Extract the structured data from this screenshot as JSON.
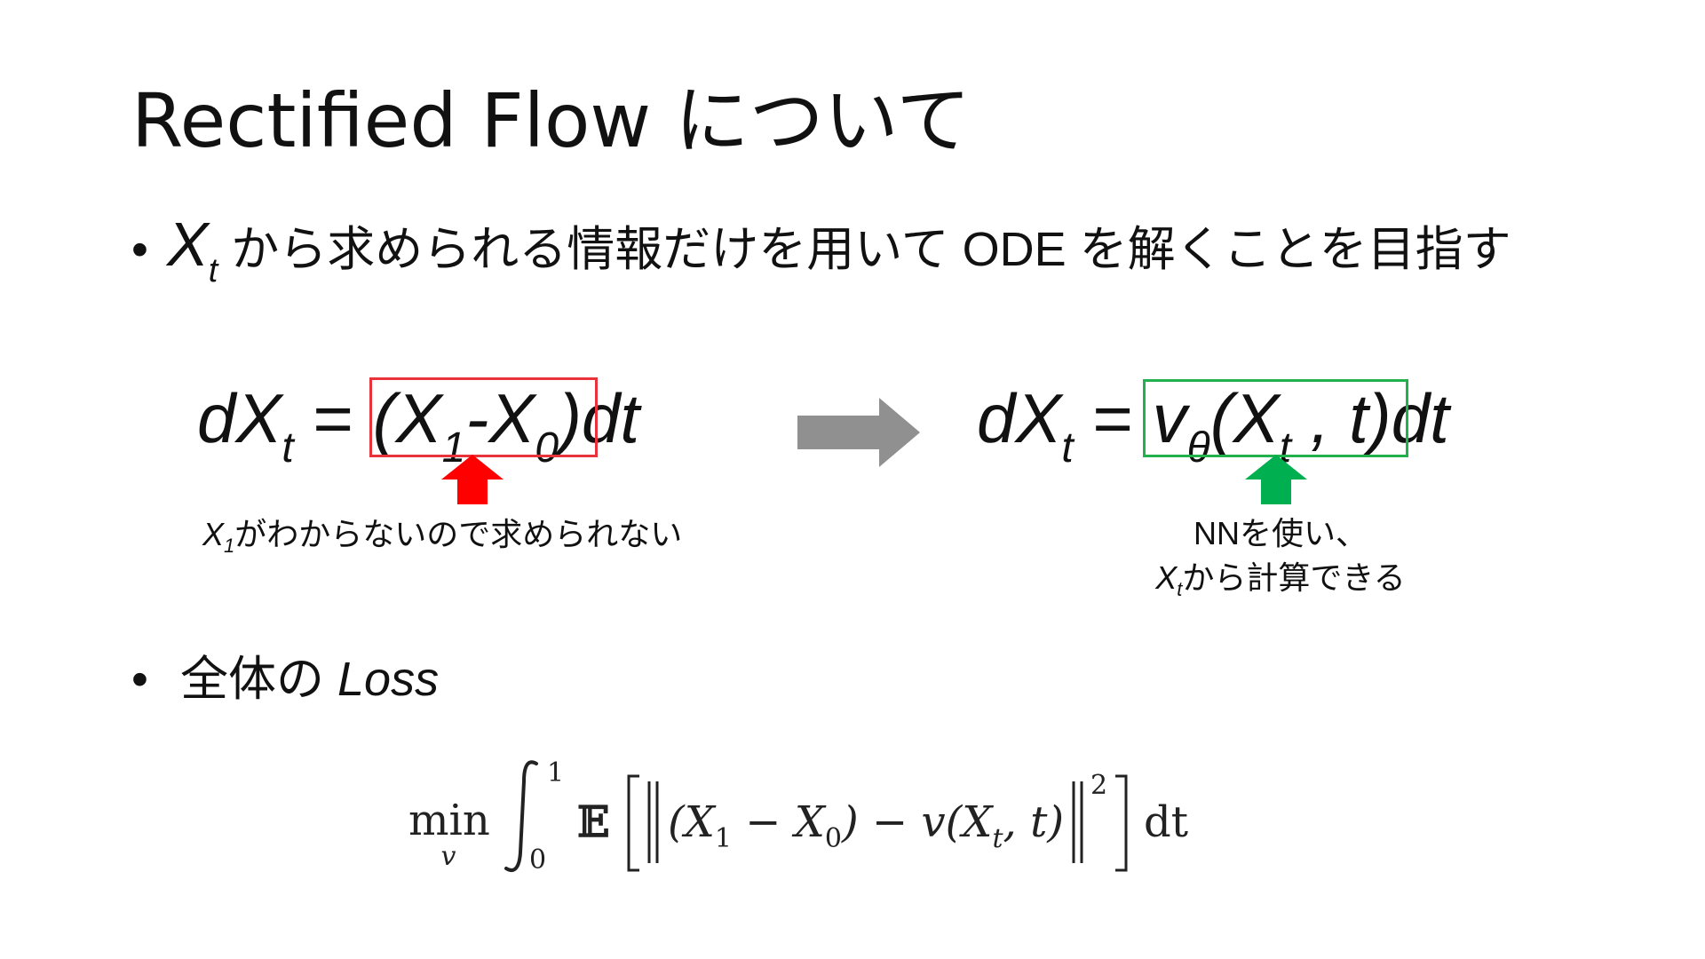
{
  "slide": {
    "title": "Rectified Flow について"
  },
  "bullet1": {
    "bullet": "•",
    "var": "X",
    "var_sub": "t",
    "text": " から求められる情報だけを用いて ODE を解くことを目指す"
  },
  "eq_left": {
    "d": "dX",
    "t_sub": "t",
    "equals": " = ",
    "open": "(X",
    "one_sub": "1",
    "minus": "-X",
    "zero_sub": "0",
    "close": ")",
    "dt": "dt"
  },
  "eq_right": {
    "d": "dX",
    "t_sub": "t",
    "equals": " = ",
    "v": "v",
    "theta_sub": "θ",
    "open": "(X",
    "t_sub2": "t",
    "comma": " , ",
    "targ": "t",
    "close": ")",
    "dt": "dt"
  },
  "note_left": {
    "x": "X",
    "x_sub": "1",
    "text": "がわからないので求められない"
  },
  "note_right": {
    "line1": "NNを使い、",
    "x": "X",
    "x_sub": "t",
    "line2": "から計算できる"
  },
  "bullet2": {
    "bullet": "•",
    "text": " 全体の ",
    "italic": "Loss"
  },
  "loss_formula": {
    "min": "min",
    "min_sub": "v",
    "int_upper": "1",
    "int_lower": "0",
    "expect": "𝔼",
    "body_a": "(X",
    "body_a_sub": "1",
    "body_b": " − X",
    "body_b_sub": "0",
    "body_c": ") − v(X",
    "body_c_sub": "t",
    "body_d": ", t)",
    "pow": "2",
    "dt": "dt"
  },
  "colors": {
    "red_box": "#e8333a",
    "red_arrow": "#ff0000",
    "green_box": "#22b14c",
    "green_arrow": "#00b050",
    "gray_arrow": "#909090"
  }
}
